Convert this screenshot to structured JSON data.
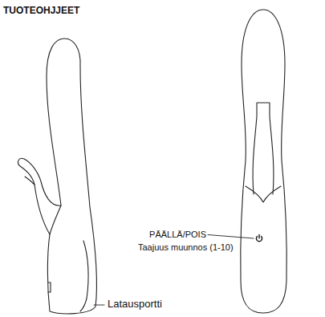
{
  "diagram": {
    "title": "TUOTEOHJJEET",
    "labels": [
      "PÄÄLLÄ/POIS",
      "Taajuus muunnos (1-10)",
      "Latausportti"
    ]
  }
}
